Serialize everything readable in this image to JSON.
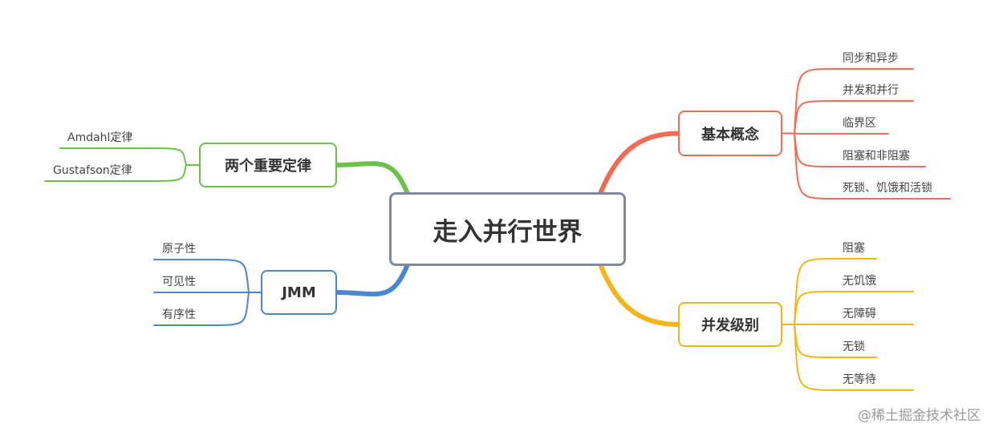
{
  "root": {
    "label": "走入并行世界",
    "border_color": "#7f8a9a"
  },
  "branches": [
    {
      "id": "basic-concepts",
      "label": "基本概念",
      "color": "#f26b55",
      "side": "right",
      "children": [
        "同步和异步",
        "并发和并行",
        "临界区",
        "阻塞和非阻塞",
        "死锁、饥饿和活锁"
      ]
    },
    {
      "id": "concurrency-levels",
      "label": "并发级别",
      "color": "#f4b51a",
      "side": "right",
      "children": [
        "阻塞",
        "无饥饿",
        "无障碍",
        "无锁",
        "无等待"
      ]
    },
    {
      "id": "two-laws",
      "label": "两个重要定律",
      "color": "#6cc24a",
      "side": "left",
      "children": [
        "Amdahl定律",
        "Gustafson定律"
      ]
    },
    {
      "id": "jmm",
      "label": "JMM",
      "color": "#4a86d4",
      "side": "left",
      "children": [
        "原子性",
        "可见性",
        "有序性"
      ]
    }
  ],
  "watermark": "@稀土掘金技术社区"
}
